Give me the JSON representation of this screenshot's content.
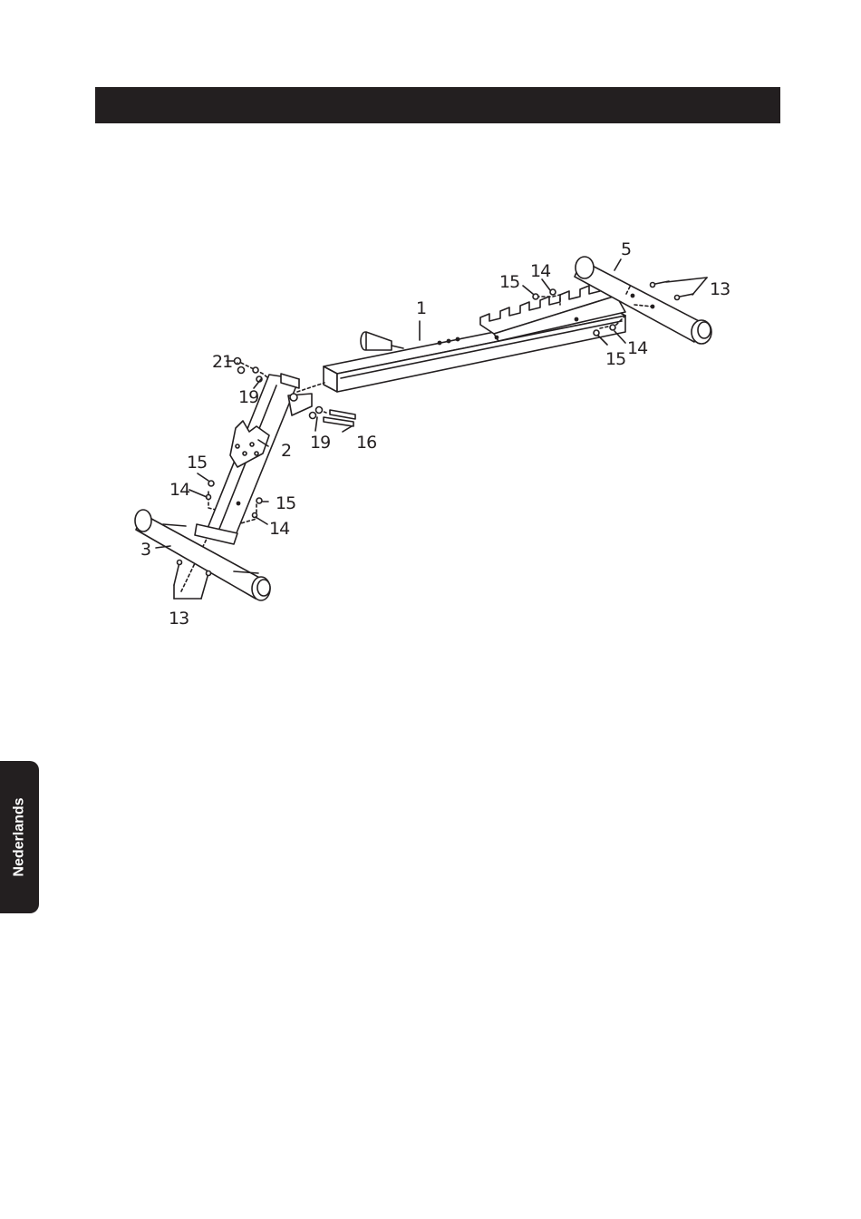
{
  "header": {
    "text": ""
  },
  "side_tab": {
    "label": "Nederlands"
  },
  "diagram": {
    "callouts": {
      "part_1": "1",
      "part_2": "2",
      "part_3": "3",
      "part_5": "5",
      "part_13_rear": "13",
      "part_13_front": "13",
      "part_14_top": "14",
      "part_14_right": "14",
      "part_14_left": "14",
      "part_14_front": "14",
      "part_15_top": "15",
      "part_15_right": "15",
      "part_15_left": "15",
      "part_15_front": "15",
      "part_16": "16",
      "part_19_upper": "19",
      "part_19_lower": "19",
      "part_21": "21"
    }
  }
}
